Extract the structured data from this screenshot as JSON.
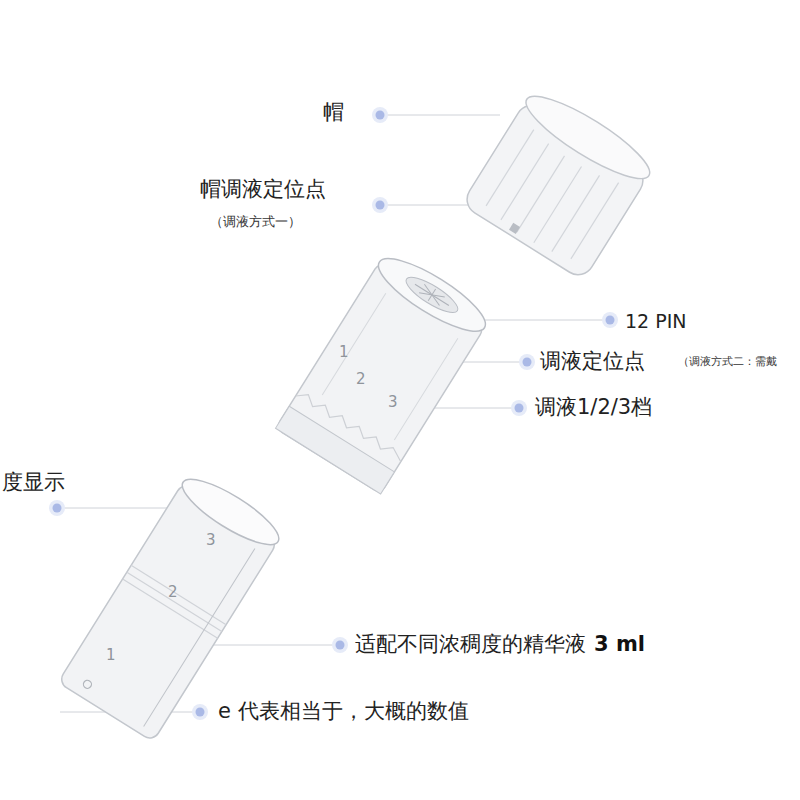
{
  "diagram": {
    "labels": [
      "帽",
      "帽调液定位点",
      "（调液方式一）",
      "12 PIN",
      "调液定位点",
      "（调液方式二：需戴",
      "调液1/2/3档",
      "度显示",
      "适配不同浓稠度的精华液",
      "3 ml",
      "e 代表相当于，大概的数值",
      "1",
      "2",
      "3",
      "3",
      "2",
      "1"
    ]
  }
}
